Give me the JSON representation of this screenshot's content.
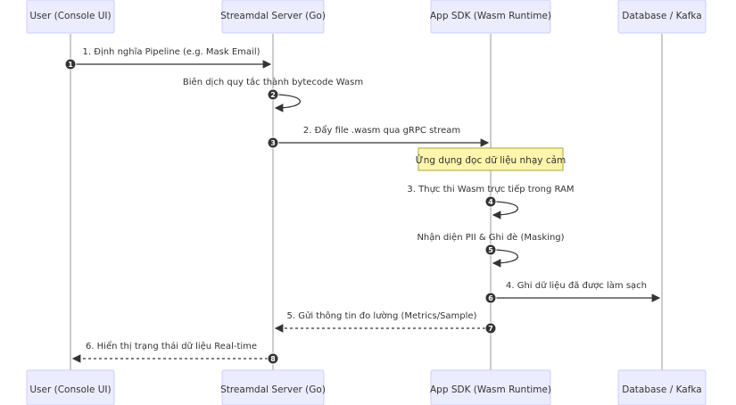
{
  "actors": [
    {
      "label": "User (Console UI)"
    },
    {
      "label": "Streamdal Server (Go)"
    },
    {
      "label": "App SDK (Wasm Runtime)"
    },
    {
      "label": "Database / Kafka"
    }
  ],
  "messages": [
    {
      "num": "1",
      "text": "1. Định nghĩa Pipeline (e.g. Mask Email)"
    },
    {
      "num": "2",
      "text": "Biên dịch quy tắc thành bytecode Wasm"
    },
    {
      "num": "3",
      "text": "2. Đẩy file .wasm qua gRPC stream"
    },
    {
      "num": "4",
      "text": "3. Thực thi Wasm trực tiếp trong RAM"
    },
    {
      "num": "5",
      "text": "Nhận diện PII & Ghi đè (Masking)"
    },
    {
      "num": "6",
      "text": "4. Ghi dữ liệu đã được làm sạch"
    },
    {
      "num": "7",
      "text": "5. Gửi thông tin đo lường (Metrics/Sample)"
    },
    {
      "num": "8",
      "text": "6. Hiển thị trạng thái dữ liệu Real-time"
    }
  ],
  "note": {
    "text": "Ứng dụng đọc dữ liệu nhạy cảm"
  }
}
